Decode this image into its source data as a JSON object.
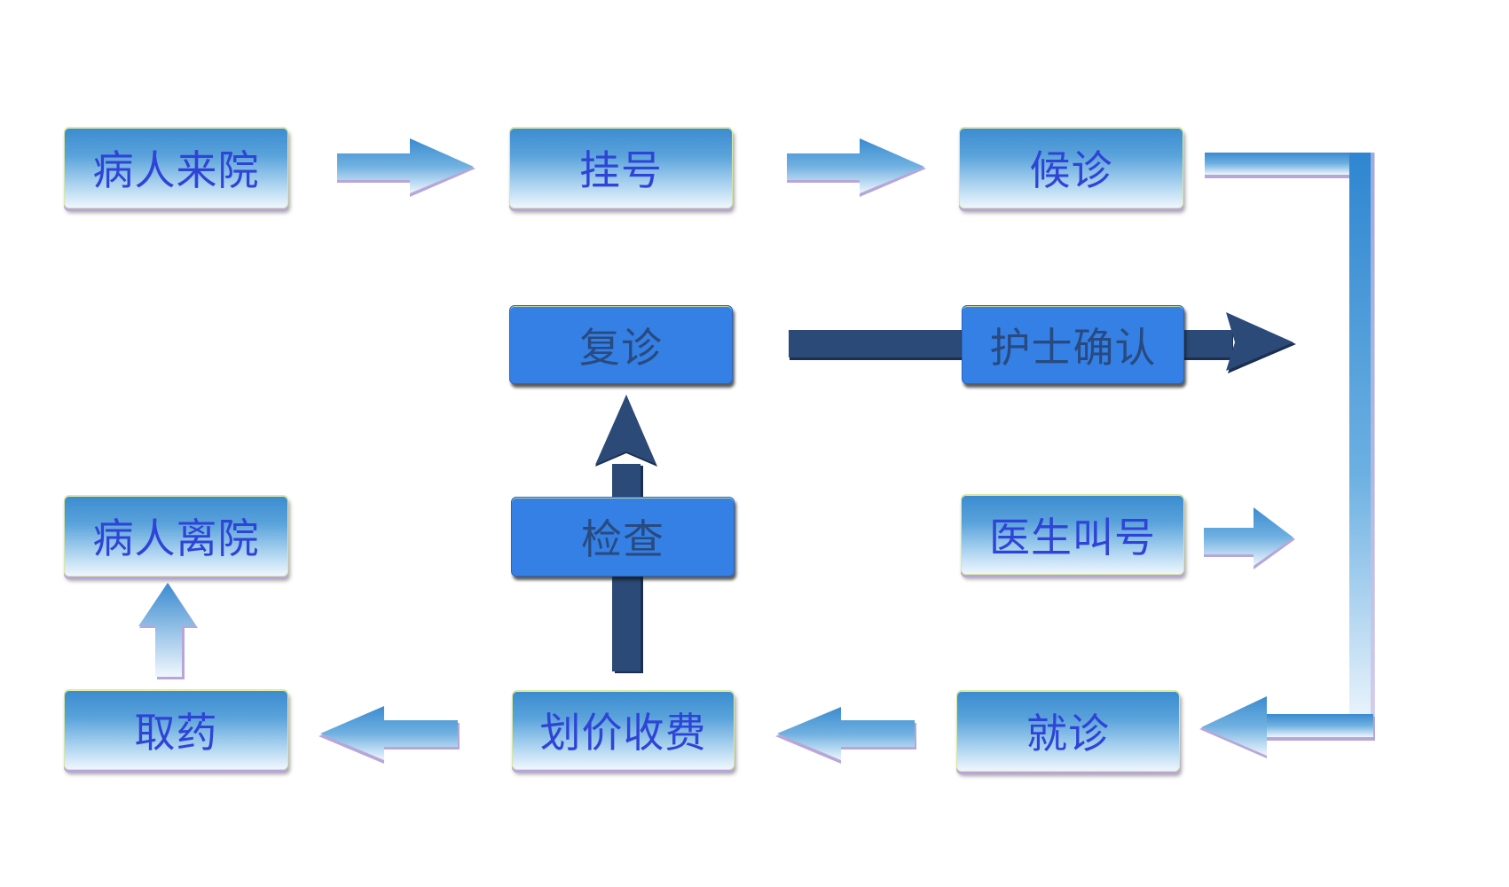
{
  "diagram": {
    "title": "Hospital outpatient workflow",
    "nodes": [
      {
        "id": "arrive",
        "label": "病人来院",
        "style": "light"
      },
      {
        "id": "register",
        "label": "挂号",
        "style": "light"
      },
      {
        "id": "wait",
        "label": "候诊",
        "style": "light"
      },
      {
        "id": "revisit",
        "label": "复诊",
        "style": "dark"
      },
      {
        "id": "nurse_confirm",
        "label": "护士确认",
        "style": "dark"
      },
      {
        "id": "leave",
        "label": "病人离院",
        "style": "light"
      },
      {
        "id": "exam",
        "label": "检查",
        "style": "dark"
      },
      {
        "id": "doctor_call",
        "label": "医生叫号",
        "style": "light"
      },
      {
        "id": "pharmacy",
        "label": "取药",
        "style": "light"
      },
      {
        "id": "billing",
        "label": "划价收费",
        "style": "light"
      },
      {
        "id": "consult",
        "label": "就诊",
        "style": "light"
      }
    ],
    "edges": [
      {
        "from": "arrive",
        "to": "register",
        "style": "light"
      },
      {
        "from": "register",
        "to": "wait",
        "style": "light"
      },
      {
        "from": "wait",
        "to": "consult",
        "style": "light-connector"
      },
      {
        "from": "consult",
        "to": "billing",
        "style": "light"
      },
      {
        "from": "billing",
        "to": "pharmacy",
        "style": "light"
      },
      {
        "from": "pharmacy",
        "to": "leave",
        "style": "light"
      },
      {
        "from": "billing",
        "to": "exam",
        "style": "dark"
      },
      {
        "from": "exam",
        "to": "revisit",
        "style": "dark"
      },
      {
        "from": "revisit",
        "to": "nurse_confirm",
        "style": "dark"
      },
      {
        "from": "doctor_call",
        "to": "connector",
        "style": "light"
      }
    ],
    "colors": {
      "light_text": "#2f44d6",
      "dark_text": "#284a80",
      "dark_fill": "#3580e4",
      "dark_arrow": "#2c4a78",
      "light_arrow_top": "#3a8bd0",
      "light_arrow_bottom": "#eef6fd",
      "arrow_edge": "#b8a6d8"
    }
  }
}
